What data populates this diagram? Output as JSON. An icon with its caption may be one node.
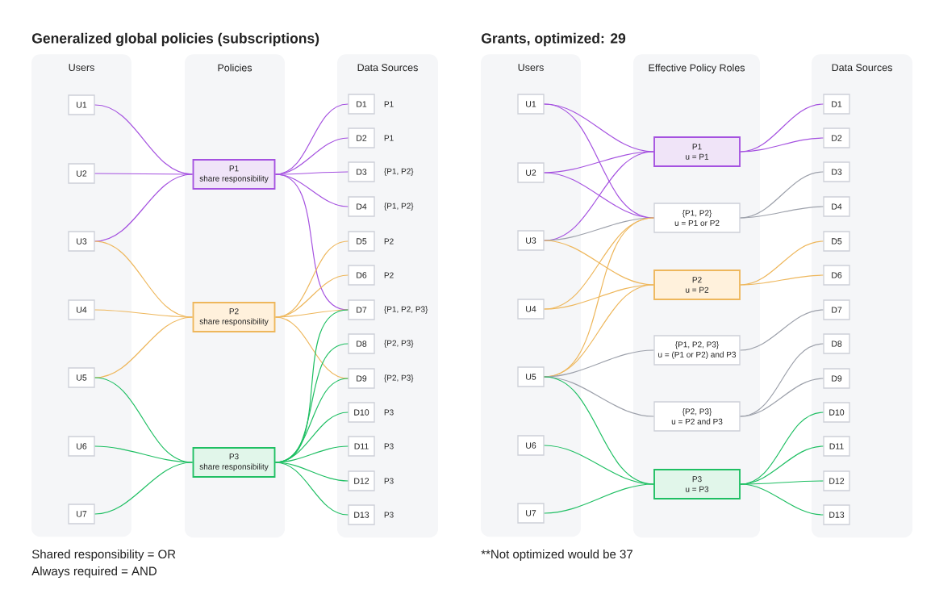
{
  "diagram": {
    "nodes": [
      {
        "text": [
          "Users"
        ]
      },
      {
        "text": [
          "U1"
        ],
        "in": 0
      },
      {
        "text": [
          "U2"
        ],
        "in": 0
      },
      {
        "text": [
          "U3"
        ],
        "in": 0
      },
      {
        "text": [
          "U4"
        ],
        "in": 0
      },
      {
        "text": [
          "U5"
        ],
        "in": 0
      },
      {
        "text": [
          "U6"
        ],
        "in": 0
      },
      {
        "text": [
          "U7"
        ],
        "in": 0
      },
      {
        "text": [
          "Policies"
        ]
      },
      {
        "text": [
          "P1",
          "share responsibility"
        ],
        "in": 8
      },
      {
        "text": [
          "P2",
          "share responsibility"
        ],
        "in": 8
      },
      {
        "text": [
          "P3",
          "share responsibility"
        ],
        "in": 8
      },
      {
        "text": [
          "Data Sources"
        ]
      },
      {
        "text": [
          "D1"
        ],
        "in": 12,
        "beside": [
          "P1"
        ]
      },
      {
        "text": [
          "D2"
        ],
        "in": 12,
        "beside": [
          "P1"
        ]
      },
      {
        "text": [
          "D3"
        ],
        "in": 12,
        "beside": [
          "{P1, P2}"
        ]
      },
      {
        "text": [
          "D4"
        ],
        "in": 12,
        "beside": [
          "{P1, P2}"
        ]
      },
      {
        "text": [
          "D5"
        ],
        "in": 12,
        "beside": [
          "P2"
        ]
      },
      {
        "text": [
          "D6"
        ],
        "in": 12,
        "beside": [
          "P2"
        ]
      },
      {
        "text": [
          "D7"
        ],
        "in": 12,
        "beside": [
          "{P1, P2, P3}"
        ]
      },
      {
        "text": [
          "D8"
        ],
        "in": 12,
        "beside": [
          "{P2, P3}"
        ]
      },
      {
        "text": [
          "D9"
        ],
        "in": 12,
        "beside": [
          "{P2, P3}"
        ]
      },
      {
        "text": [
          "D10"
        ],
        "in": 12,
        "beside": [
          "P3"
        ]
      },
      {
        "text": [
          "D11"
        ],
        "in": 12,
        "beside": [
          "P3"
        ]
      },
      {
        "text": [
          "D12"
        ],
        "in": 12,
        "beside": [
          "P3"
        ]
      },
      {
        "text": [
          "D13"
        ],
        "in": 12,
        "beside": [
          "P3"
        ]
      },
      {
        "text": [
          "Users"
        ]
      },
      {
        "text": [
          "U1"
        ],
        "in": 26
      },
      {
        "text": [
          "U2"
        ],
        "in": 26
      },
      {
        "text": [
          "U3"
        ],
        "in": 26
      },
      {
        "text": [
          "U4"
        ],
        "in": 26
      },
      {
        "text": [
          "U5"
        ],
        "in": 26
      },
      {
        "text": [
          "U6"
        ],
        "in": 26
      },
      {
        "text": [
          "U7"
        ],
        "in": 26
      },
      {
        "text": [
          "Effective Policy Roles"
        ]
      },
      {
        "text": [
          "P1",
          "u = P1"
        ],
        "in": 34
      },
      {
        "text": [
          "{P1, P2}",
          "u = P1 or P2"
        ],
        "in": 34
      },
      {
        "text": [
          "P2",
          "u = P2"
        ],
        "in": 34
      },
      {
        "text": [
          "{P1, P2, P3}",
          "u = (P1 or P2) and P3"
        ],
        "in": 34
      },
      {
        "text": [
          "{P2, P3}",
          "u = P2 and P3"
        ],
        "in": 34
      },
      {
        "text": [
          "P3",
          "u = P3"
        ],
        "in": 34
      },
      {
        "text": [
          "Data Sources"
        ]
      },
      {
        "text": [
          "D1"
        ],
        "in": 41
      },
      {
        "text": [
          "D2"
        ],
        "in": 41
      },
      {
        "text": [
          "D3"
        ],
        "in": 41
      },
      {
        "text": [
          "D4"
        ],
        "in": 41
      },
      {
        "text": [
          "D5"
        ],
        "in": 41
      },
      {
        "text": [
          "D6"
        ],
        "in": 41
      },
      {
        "text": [
          "D7"
        ],
        "in": 41
      },
      {
        "text": [
          "D8"
        ],
        "in": 41
      },
      {
        "text": [
          "D9"
        ],
        "in": 41
      },
      {
        "text": [
          "D10"
        ],
        "in": 41
      },
      {
        "text": [
          "D11"
        ],
        "in": 41
      },
      {
        "text": [
          "D12"
        ],
        "in": 41
      },
      {
        "text": [
          "D13"
        ],
        "in": 41
      }
    ],
    "edges": [
      {
        "from": 1,
        "to": 9,
        "arrow": "none",
        "color": "#a552e0"
      },
      {
        "from": 2,
        "to": 9,
        "arrow": "none",
        "color": "#a552e0"
      },
      {
        "from": 3,
        "to": 9,
        "arrow": "none",
        "color": "#a552e0"
      },
      {
        "from": 3,
        "to": 10,
        "arrow": "none",
        "color": "#eeb75c"
      },
      {
        "from": 4,
        "to": 10,
        "arrow": "none",
        "color": "#eeb75c"
      },
      {
        "from": 5,
        "to": 10,
        "arrow": "none",
        "color": "#eeb75c"
      },
      {
        "from": 5,
        "to": 11,
        "arrow": "none",
        "color": "#1fbf63"
      },
      {
        "from": 6,
        "to": 11,
        "arrow": "none",
        "color": "#1fbf63"
      },
      {
        "from": 7,
        "to": 11,
        "arrow": "none",
        "color": "#1fbf63"
      },
      {
        "from": 9,
        "to": 13,
        "arrow": "none",
        "color": "#a552e0"
      },
      {
        "from": 9,
        "to": 14,
        "arrow": "none",
        "color": "#a552e0"
      },
      {
        "from": 9,
        "to": 15,
        "arrow": "none",
        "color": "#a552e0"
      },
      {
        "from": 9,
        "to": 16,
        "arrow": "none",
        "color": "#a552e0"
      },
      {
        "from": 9,
        "to": 19,
        "arrow": "none",
        "color": "#a552e0"
      },
      {
        "from": 10,
        "to": 17,
        "arrow": "none",
        "color": "#eeb75c"
      },
      {
        "from": 10,
        "to": 18,
        "arrow": "none",
        "color": "#eeb75c"
      },
      {
        "from": 10,
        "to": 19,
        "arrow": "none",
        "color": "#eeb75c"
      },
      {
        "from": 10,
        "to": 21,
        "arrow": "none",
        "color": "#eeb75c"
      },
      {
        "from": 11,
        "to": 19,
        "arrow": "none",
        "color": "#1fbf63"
      },
      {
        "from": 11,
        "to": 20,
        "arrow": "none",
        "color": "#1fbf63"
      },
      {
        "from": 11,
        "to": 21,
        "arrow": "none",
        "color": "#1fbf63"
      },
      {
        "from": 11,
        "to": 22,
        "arrow": "none",
        "color": "#1fbf63"
      },
      {
        "from": 11,
        "to": 23,
        "arrow": "none",
        "color": "#1fbf63"
      },
      {
        "from": 11,
        "to": 24,
        "arrow": "none",
        "color": "#1fbf63"
      },
      {
        "from": 11,
        "to": 25,
        "arrow": "none",
        "color": "#1fbf63"
      },
      {
        "from": 27,
        "to": 35,
        "arrow": "none",
        "color": "#a552e0"
      },
      {
        "from": 27,
        "to": 36,
        "arrow": "none",
        "color": "#a552e0"
      },
      {
        "from": 28,
        "to": 35,
        "arrow": "none",
        "color": "#a552e0"
      },
      {
        "from": 28,
        "to": 36,
        "arrow": "none",
        "color": "#a552e0"
      },
      {
        "from": 29,
        "to": 35,
        "arrow": "none",
        "color": "#a552e0"
      },
      {
        "from": 29,
        "to": 36,
        "arrow": "none",
        "color": "#9da1ab"
      },
      {
        "from": 29,
        "to": 37,
        "arrow": "none",
        "color": "#eeb75c"
      },
      {
        "from": 30,
        "to": 36,
        "arrow": "none",
        "color": "#eeb75c"
      },
      {
        "from": 30,
        "to": 37,
        "arrow": "none",
        "color": "#eeb75c"
      },
      {
        "from": 31,
        "to": 36,
        "arrow": "none",
        "color": "#eeb75c"
      },
      {
        "from": 31,
        "to": 37,
        "arrow": "none",
        "color": "#eeb75c"
      },
      {
        "from": 31,
        "to": 38,
        "arrow": "none",
        "color": "#9da1ab"
      },
      {
        "from": 31,
        "to": 39,
        "arrow": "none",
        "color": "#9da1ab"
      },
      {
        "from": 31,
        "to": 40,
        "arrow": "none",
        "color": "#1fbf63"
      },
      {
        "from": 32,
        "to": 40,
        "arrow": "none",
        "color": "#1fbf63"
      },
      {
        "from": 33,
        "to": 40,
        "arrow": "none",
        "color": "#1fbf63"
      },
      {
        "from": 35,
        "to": 42,
        "arrow": "none",
        "color": "#a552e0"
      },
      {
        "from": 35,
        "to": 43,
        "arrow": "none",
        "color": "#a552e0"
      },
      {
        "from": 36,
        "to": 44,
        "arrow": "none",
        "color": "#9da1ab"
      },
      {
        "from": 36,
        "to": 45,
        "arrow": "none",
        "color": "#9da1ab"
      },
      {
        "from": 37,
        "to": 46,
        "arrow": "none",
        "color": "#eeb75c"
      },
      {
        "from": 37,
        "to": 47,
        "arrow": "none",
        "color": "#eeb75c"
      },
      {
        "from": 38,
        "to": 48,
        "arrow": "none",
        "color": "#9da1ab"
      },
      {
        "from": 39,
        "to": 49,
        "arrow": "none",
        "color": "#9da1ab"
      },
      {
        "from": 39,
        "to": 50,
        "arrow": "none",
        "color": "#9da1ab"
      },
      {
        "from": 40,
        "to": 51,
        "arrow": "none",
        "color": "#1fbf63"
      },
      {
        "from": 40,
        "to": 52,
        "arrow": "none",
        "color": "#1fbf63"
      },
      {
        "from": 40,
        "to": 53,
        "arrow": "none",
        "color": "#1fbf63"
      },
      {
        "from": 40,
        "to": 54,
        "arrow": "none",
        "color": "#1fbf63"
      }
    ],
    "labels": [
      "Generalized global policies (subscriptions)",
      "Grants, optimized: 29",
      "Shared responsibility = OR",
      "Always required = AND",
      "**Not optimized would be 37"
    ]
  }
}
